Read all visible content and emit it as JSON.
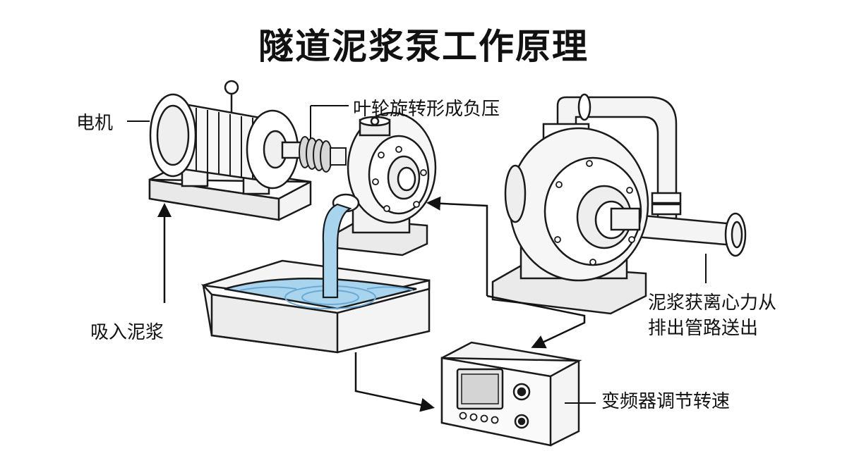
{
  "diagram": {
    "title": "隧道泥浆泵工作原理",
    "labels": {
      "motor": "电机",
      "impeller": "叶轮旋转形成负压",
      "suction": "吸入泥浆",
      "discharge_line1": "泥浆获离心力从",
      "discharge_line2": "排出管路送出",
      "inverter": "变频器调节转速"
    },
    "colors": {
      "outline": "#1a1a1a",
      "slurry": "#a9d4ee",
      "slurry_dark": "#6aa9d4",
      "metal_fill": "#f4f4f4",
      "shadow": "#d8d8d8",
      "screen": "#e6e6e6"
    }
  }
}
